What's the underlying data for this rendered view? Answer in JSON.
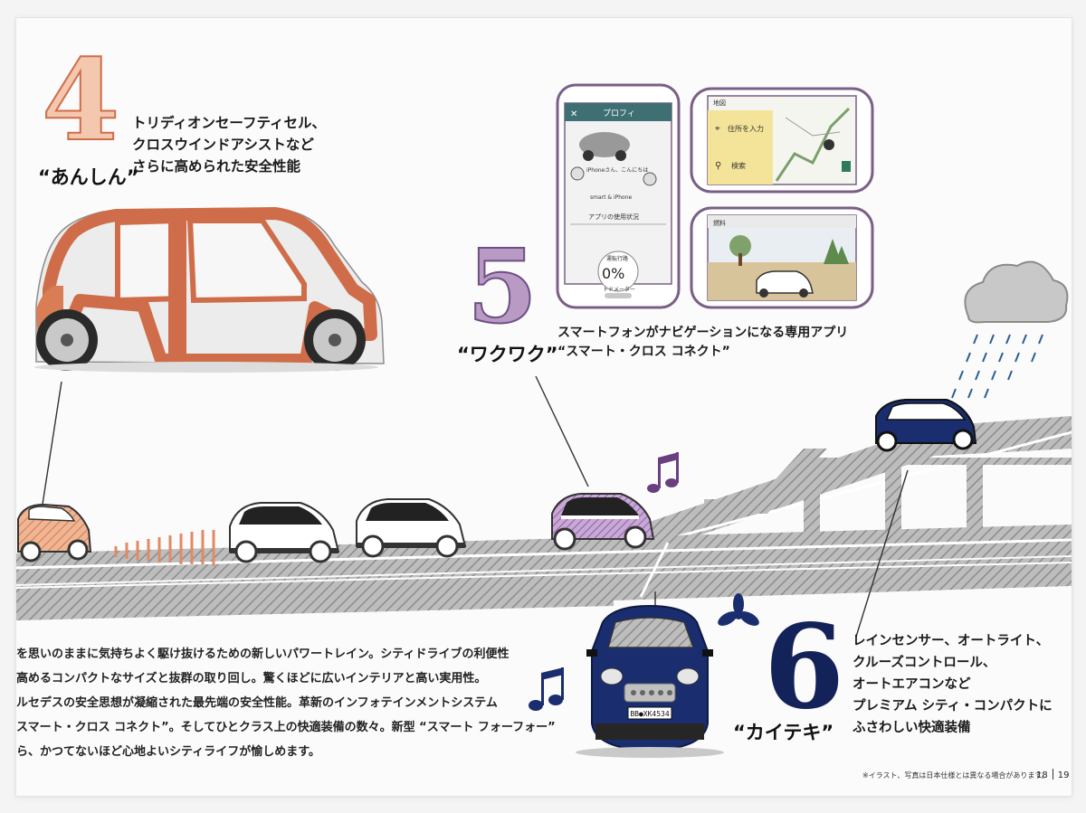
{
  "features": [
    {
      "number": "4",
      "label": "“あんしん”",
      "lines": [
        "トリディオンセーフティセル、",
        "クロスウインドアシストなど",
        "さらに高められた安全性能"
      ]
    },
    {
      "number": "5",
      "label": "“ワクワク”",
      "lines": [
        "スマートフォンがナビゲーションになる専用アプリ",
        "“スマート・クロス コネクト”"
      ]
    },
    {
      "number": "6",
      "label": "“カイテキ”",
      "lines": [
        "レインセンサー、オートライト、",
        "クルーズコントロール、",
        "オートエアコンなど",
        "プレミアム シティ・コンパクトに",
        "ふさわしい快適装備"
      ]
    }
  ],
  "body_lines": [
    "を思いのままに気持ちよく駆け抜けるための新しいパワートレイン。シティドライブの利便性",
    "高めるコンパクトなサイズと抜群の取り回し。驚くほどに広いインテリアと高い実用性。",
    "ルセデスの安全思想が凝縮された最先端の安全性能。革新のインフォテインメントシステム",
    "スマート・クロス コネクト”。そしてひとクラス上の快適装備の数々。新型 “スマート フォーフォー”",
    "ら、かつてないほど心地よいシティライフが愉しめます。"
  ],
  "app_screen": {
    "header": "プロフィ",
    "greeting": "iPhoneさん、こんにちは",
    "device_line": "smart & iPhone",
    "usage_title": "アプリの使用状況",
    "distance_label": "運転行路",
    "percent": "0%",
    "meter_label": "トドメーター"
  },
  "nav_screen": {
    "map_label": "地図",
    "address_item": "住所を入力",
    "search_item": "検索"
  },
  "fuel_screen": {
    "label": "燃料"
  },
  "license_plate": "BB●XK4534",
  "footnote": "※イラスト、写真は日本仕様とは異なる場合があります。",
  "page_numbers": [
    "18",
    "19"
  ],
  "colors": {
    "safety_orange": "#cf6d4a",
    "fun_purple": "#8e5ea6",
    "comfort_navy": "#1a2d6e",
    "road_gray": "#a9a9a9"
  }
}
